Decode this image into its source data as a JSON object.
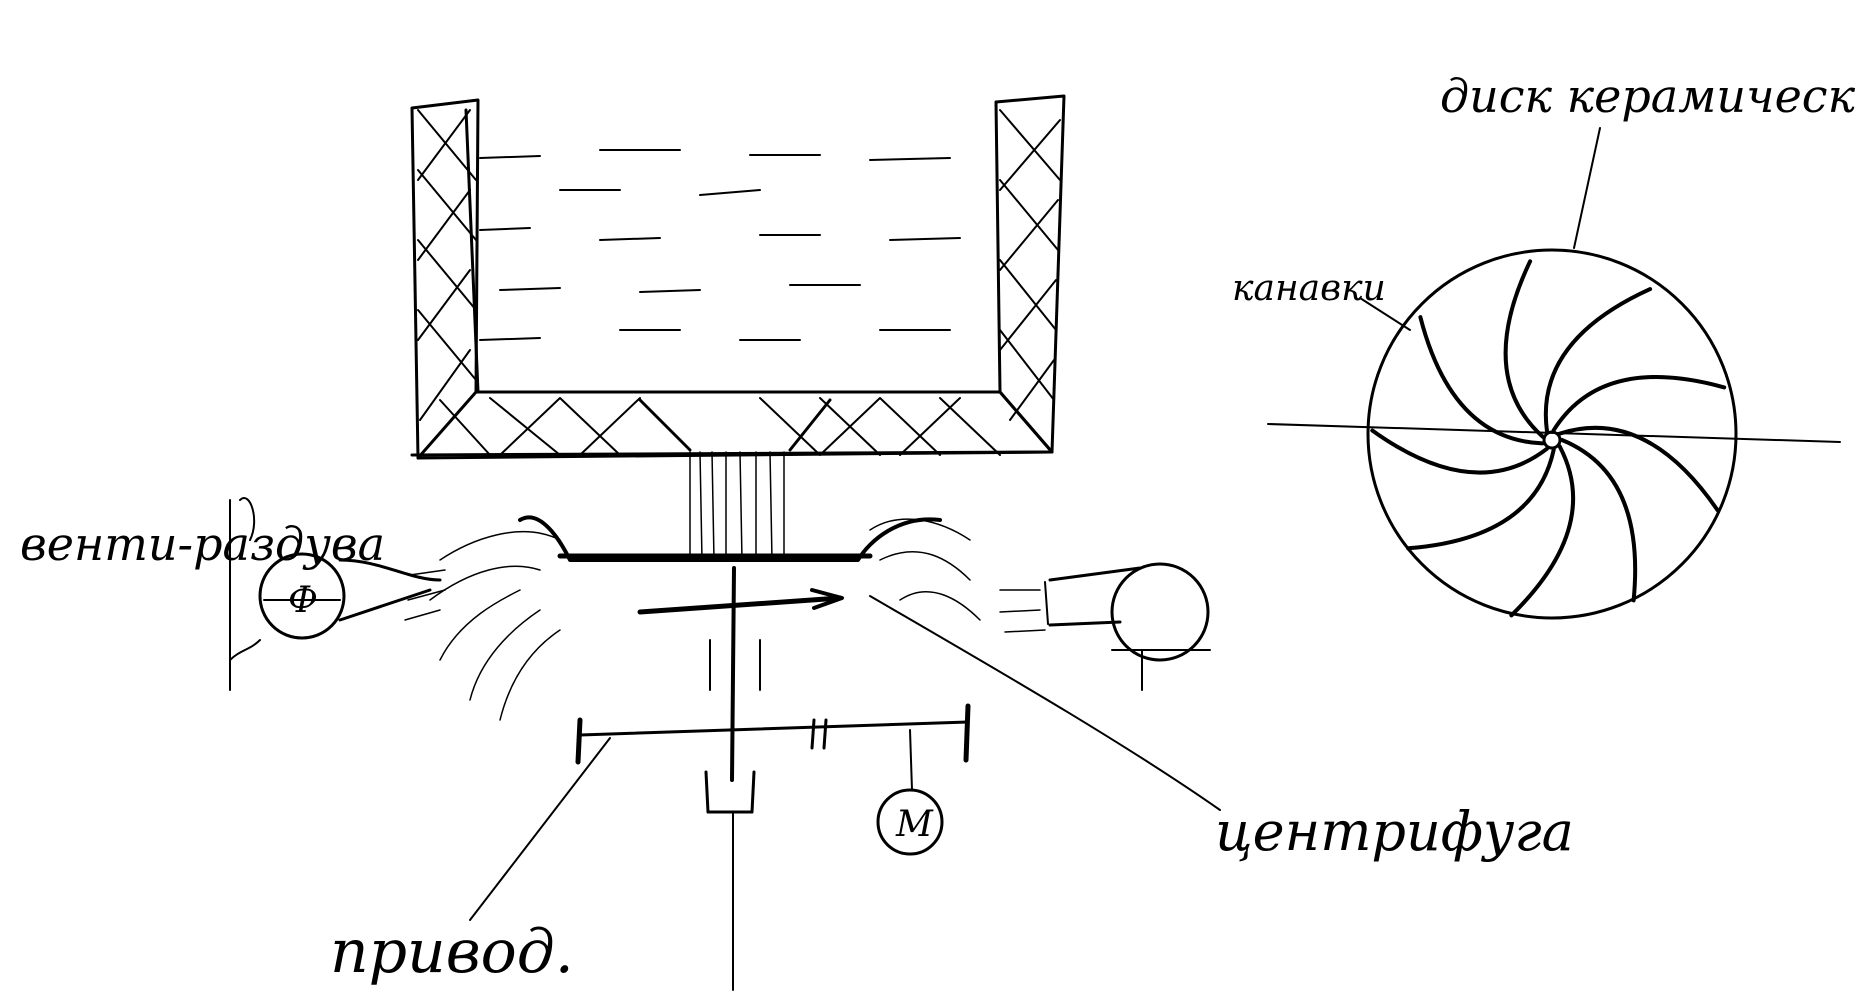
{
  "labels": {
    "disk": "диск керамический",
    "grooves": "канавки",
    "fan": "венти-раздува",
    "centrifuge": "центрифуга",
    "drive": "привод.",
    "motor": "М",
    "fan_symbol": "Ф"
  },
  "colors": {
    "ink": "#000000",
    "paper": "#ffffff"
  },
  "disk_groove_count": 9
}
